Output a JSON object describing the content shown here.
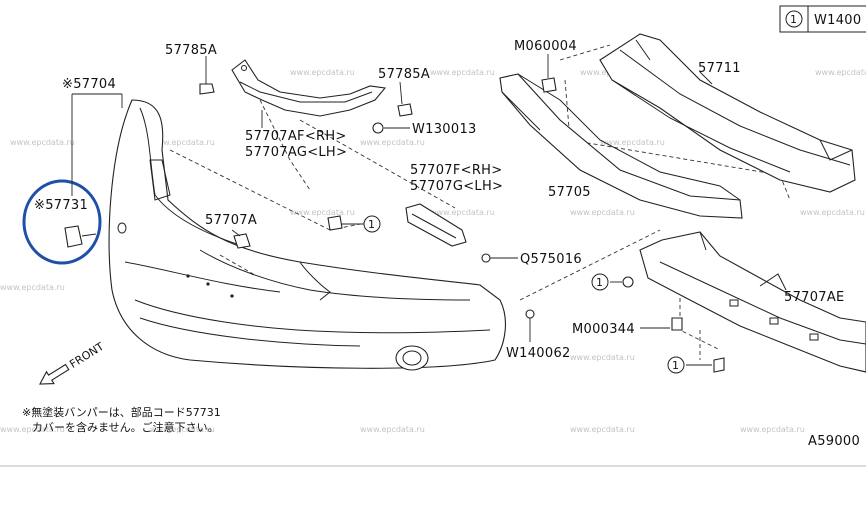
{
  "watermark": "www.epcdata.ru",
  "corner_box": {
    "ref": "1",
    "code": "W1400"
  },
  "figure_id": "A59000",
  "direction_label": "FRONT",
  "note": {
    "line1": "※無塗装バンパーは、部品コード57731",
    "line2": "カバーを含みません。ご注意下さい。"
  },
  "labels": {
    "p57785A_top": "57785A",
    "p57785A_right": "57785A",
    "p57704": "※57704",
    "p57707AF": "57707AF<RH>",
    "p57707AG": "57707AG<LH>",
    "pW130013": "W130013",
    "pM060004": "M060004",
    "p57711": "57711",
    "p57705": "57705",
    "p57707F": "57707F<RH>",
    "p57707G": "57707G<LH>",
    "p57731": "※57731",
    "p57707A": "57707A",
    "pQ575016": "Q575016",
    "p57707AE": "57707AE",
    "pM000344": "M000344",
    "pW140062": "W140062"
  },
  "callout_ref": "1"
}
